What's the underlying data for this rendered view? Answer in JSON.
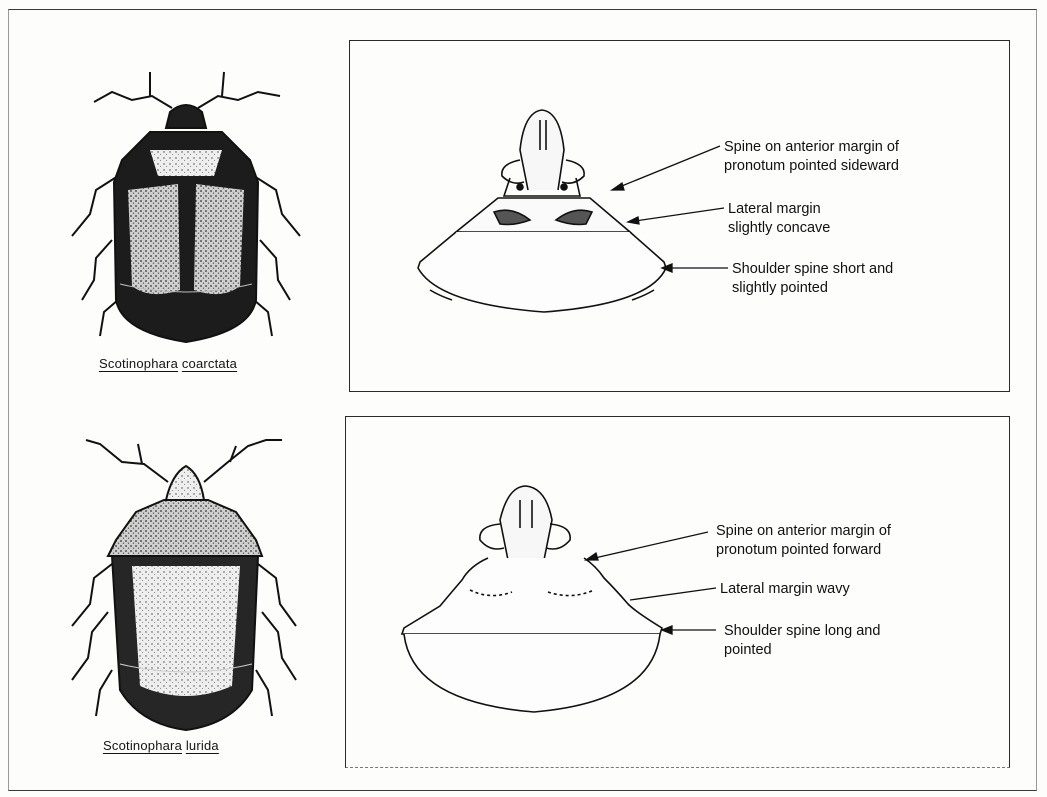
{
  "species": [
    {
      "genus": "Scotinophara",
      "epithet": "coarctata",
      "annotations": [
        "Spine on anterior margin of\npronotum pointed sideward",
        "Lateral margin\nslightly concave",
        "Shoulder spine short and\nslightly pointed"
      ]
    },
    {
      "genus": "Scotinophara",
      "epithet": "lurida",
      "annotations": [
        "Spine on anterior margin of\npronotum pointed forward",
        "Lateral margin wavy",
        "Shoulder spine long and\npointed"
      ]
    }
  ],
  "colors": {
    "ink": "#141414",
    "paper": "#fdfdfc",
    "shade": "#2b2b2b"
  }
}
